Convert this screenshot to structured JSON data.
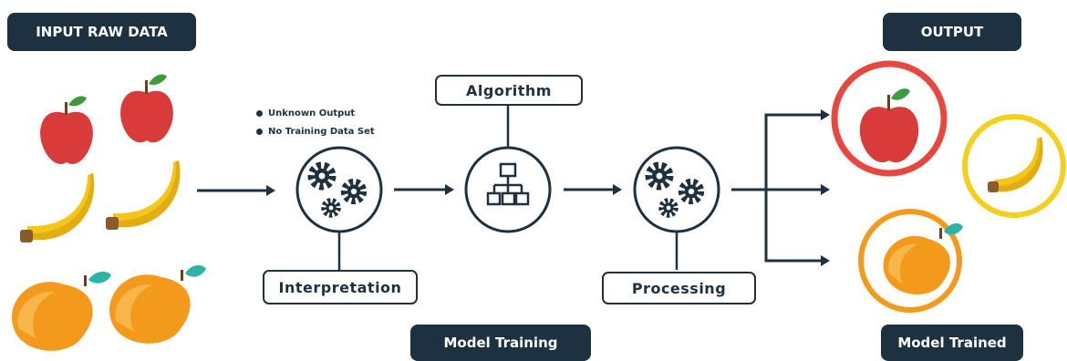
{
  "labels": {
    "input": "INPUT RAW DATA",
    "output": "OUTPUT",
    "algorithm": "Algorithm",
    "interpretation": "Interpretation",
    "processing": "Processing",
    "model_training": "Model Training",
    "model_trained": "Model Trained"
  },
  "legend": {
    "unknown_output": "Unknown Output",
    "no_training_data": "No Training Data Set"
  },
  "colors": {
    "navy": "#1d3140",
    "apple_red": "#d93a3a",
    "banana_yellow": "#f5c61a",
    "mango_orange": "#f39a1d",
    "leaf_green": "#3d9a3f",
    "leaf_teal": "#2bb3a8"
  },
  "icons": [
    "gears-icon",
    "flowchart-icon",
    "apple-icon",
    "banana-icon",
    "mango-icon",
    "arrow-icon"
  ]
}
